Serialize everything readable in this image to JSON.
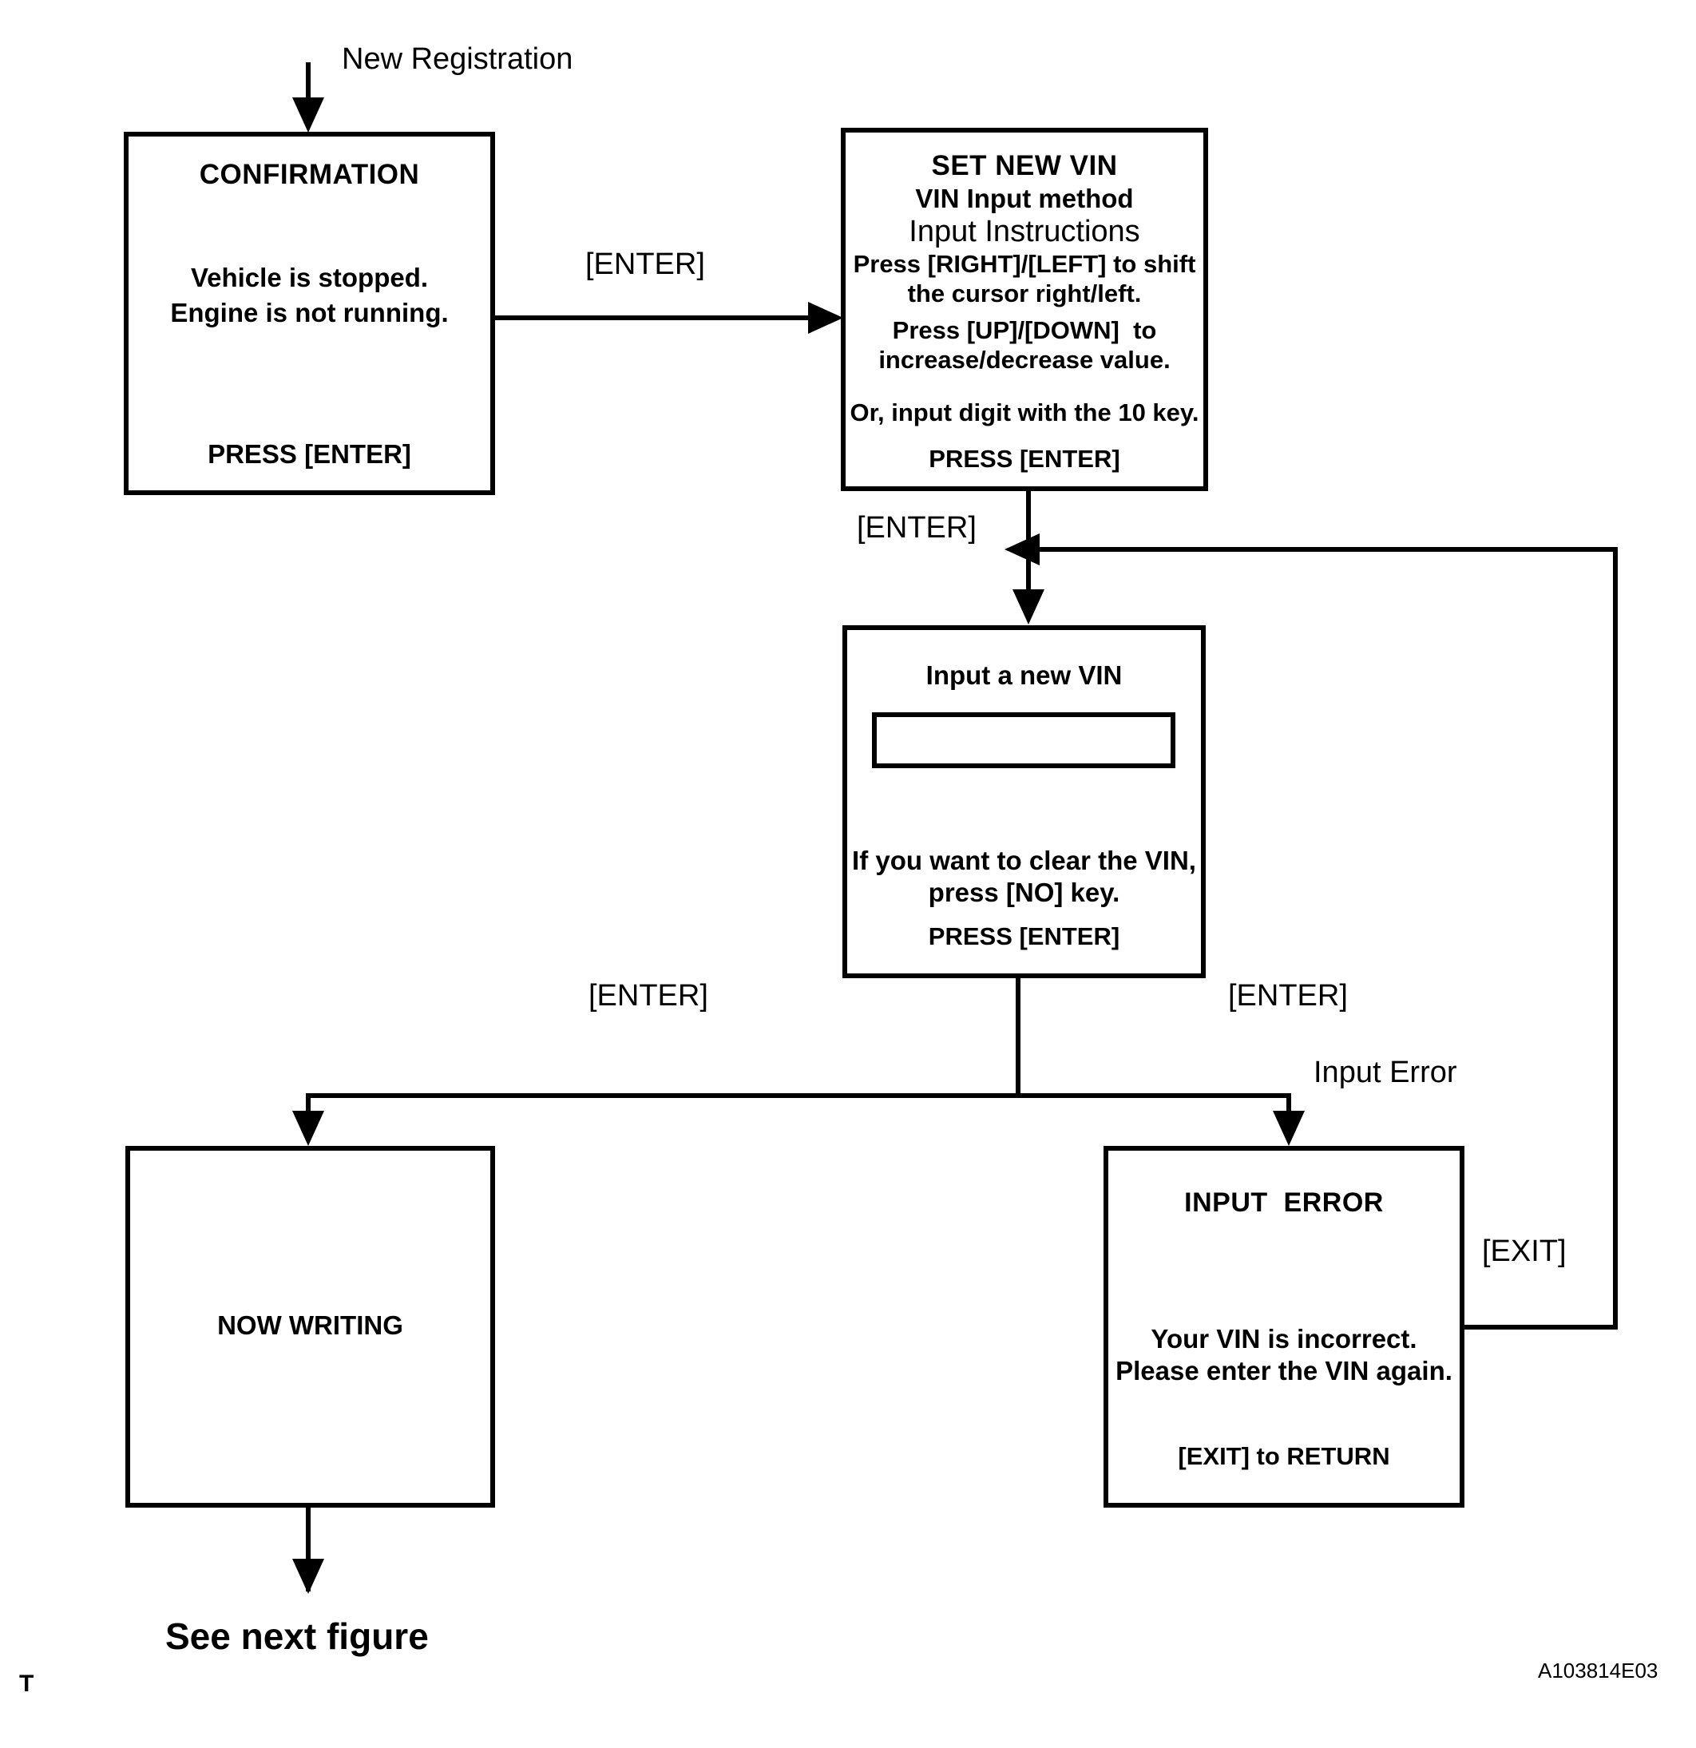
{
  "diagram": {
    "entry_label": "New Registration",
    "reference_code": "A103814E03",
    "page_mark": "T",
    "next_figure_label": "See next figure"
  },
  "boxes": {
    "confirmation": {
      "title": "CONFIRMATION",
      "line1": "Vehicle is stopped.",
      "line2": "Engine is not running.",
      "footer": "PRESS [ENTER]"
    },
    "set_new_vin": {
      "title": "SET NEW VIN",
      "subtitle": "VIN Input method",
      "heading": "Input Instructions",
      "line1": "Press [RIGHT]/[LEFT] to shift",
      "line2": "the cursor right/left.",
      "line3": "Press [UP]/[DOWN]  to",
      "line4": "increase/decrease value.",
      "line5": "Or, input digit with the 10 key.",
      "footer": "PRESS [ENTER]"
    },
    "input_new_vin": {
      "title": "Input a new VIN",
      "field_value": "",
      "line1": "If you want to clear the VIN,",
      "line2": "press [NO] key.",
      "footer": "PRESS [ENTER]"
    },
    "now_writing": {
      "title": "NOW WRITING"
    },
    "input_error": {
      "title": "INPUT  ERROR",
      "line1": "Your VIN is incorrect.",
      "line2": "Please enter the VIN again.",
      "footer": "[EXIT] to RETURN"
    }
  },
  "transitions": {
    "confirmation_to_setvin": "[ENTER]",
    "setvin_to_inputvin": "[ENTER]",
    "inputvin_to_writing": "[ENTER]",
    "inputvin_to_error": "[ENTER]",
    "error_branch": "Input Error",
    "error_to_inputvin": "[EXIT]"
  },
  "chart_data": {
    "type": "diagram",
    "title": "VIN New Registration Flow",
    "nodes": [
      {
        "id": "confirmation",
        "label": "CONFIRMATION"
      },
      {
        "id": "set_new_vin",
        "label": "SET NEW VIN"
      },
      {
        "id": "input_new_vin",
        "label": "Input a new VIN"
      },
      {
        "id": "now_writing",
        "label": "NOW WRITING"
      },
      {
        "id": "input_error",
        "label": "INPUT  ERROR"
      }
    ],
    "edges": [
      {
        "from": "start",
        "to": "confirmation",
        "label": "New Registration"
      },
      {
        "from": "confirmation",
        "to": "set_new_vin",
        "label": "[ENTER]"
      },
      {
        "from": "set_new_vin",
        "to": "input_new_vin",
        "label": "[ENTER]"
      },
      {
        "from": "input_new_vin",
        "to": "now_writing",
        "label": "[ENTER]"
      },
      {
        "from": "input_new_vin",
        "to": "input_error",
        "label": "[ENTER] / Input Error"
      },
      {
        "from": "input_error",
        "to": "input_new_vin",
        "label": "[EXIT]"
      },
      {
        "from": "now_writing",
        "to": "next_figure",
        "label": "See next figure"
      }
    ]
  }
}
